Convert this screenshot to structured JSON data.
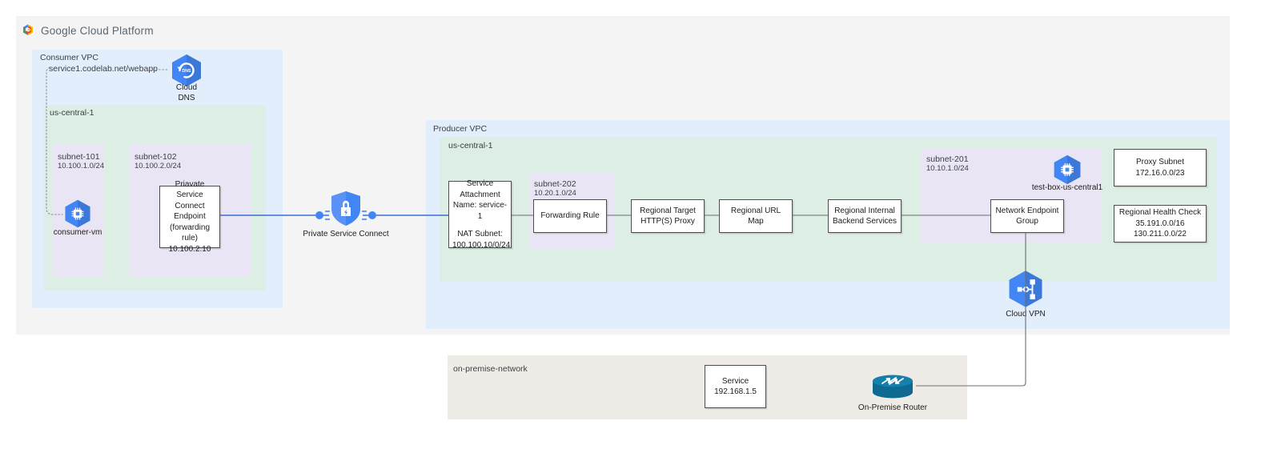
{
  "brand": {
    "logo_icon": "google-cloud-logo-icon",
    "title": "Google Cloud Platform"
  },
  "consumer_vpc": {
    "label": "Consumer VPC",
    "dns_record": "service1.codelab.net/webapp",
    "cloud_dns": {
      "icon": "cloud-dns-icon",
      "label_line1": "Cloud",
      "label_line2": "DNS"
    },
    "region": {
      "label": "us-central-1",
      "subnets": [
        {
          "name": "subnet-101",
          "cidr": "10.100.1.0/24",
          "vm": {
            "icon": "compute-vm-icon",
            "label": "consumer-vm"
          }
        },
        {
          "name": "subnet-102",
          "cidr": "10.100.2.0/24",
          "endpoint": {
            "line1": "Priavate Service",
            "line2": "Connect Endpoint",
            "line3": "(forwarding rule)",
            "line4": "10.100.2.10"
          }
        }
      ]
    }
  },
  "private_service_connect": {
    "icon": "psc-shield-lock-icon",
    "label": "Private Service Connect"
  },
  "producer_vpc": {
    "label": "Producer VPC",
    "region": {
      "label": "us-central-1",
      "service_attachment": {
        "line1": "Service",
        "line2": "Attachment",
        "line3": "Name: service-1",
        "line4": "NAT Subnet:",
        "line5": "100.100.10/0/24"
      },
      "subnet_202": {
        "name": "subnet-202",
        "cidr": "10.20.1.0/24",
        "forwarding_rule": "Forwarding Rule"
      },
      "chain": [
        {
          "line1": "Regional Target",
          "line2": "HTTP(S) Proxy"
        },
        {
          "line1": "Regional URL Map",
          "line2": ""
        },
        {
          "line1": "Regional Internal",
          "line2": "Backend Services"
        }
      ],
      "subnet_201": {
        "name": "subnet-201",
        "cidr": "10.10.1.0/24",
        "test_box": {
          "icon": "compute-vm-icon",
          "label": "test-box-us-central1"
        },
        "network_endpoint_group": {
          "line1": "Network Endpoint",
          "line2": "Group"
        }
      },
      "proxy_subnet": {
        "line1": "Proxy Subnet",
        "line2": "172.16.0.0/23"
      },
      "health_check": {
        "line1": "Regional Health Check",
        "line2": "35.191.0.0/16",
        "line3": "130.211.0.0/22"
      }
    }
  },
  "cloud_vpn": {
    "icon": "cloud-vpn-icon",
    "label": "Cloud VPN"
  },
  "on_premise": {
    "label": "on-premise-network",
    "service": {
      "line1": "Service",
      "line2": "192.168.1.5"
    },
    "router": {
      "icon": "router-icon",
      "label": "On-Premise Router"
    }
  },
  "colors": {
    "vpc_blue": "#e2eefc",
    "region_green": "#ddeee4",
    "subnet_purple": "#eae5f4",
    "onprem_grey": "#efece8",
    "panel_grey": "#f4f4f4",
    "gcp_blue": "#4285f4",
    "router_teal": "#0f6a92",
    "wire_blue": "#3b6fd4",
    "wire_grey": "#6b7070"
  }
}
